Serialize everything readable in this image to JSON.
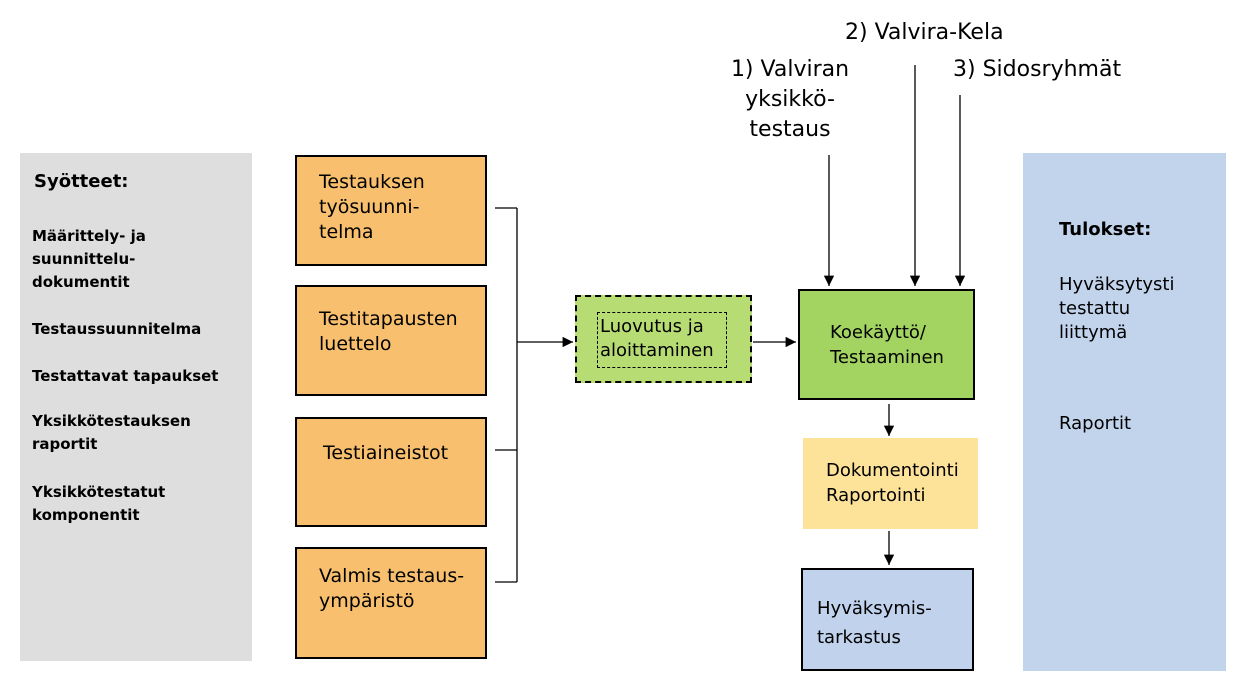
{
  "inputs": {
    "title": "Syötteet:",
    "items": [
      "Määrittely- ja\nsuunnittelu-\ndokumentit",
      "Testaussuunnitelma",
      "Testattavat tapaukset",
      "Yksikkötestauksen\nraportit",
      "Yksikkötestatut\nkomponentit"
    ]
  },
  "plan_boxes": [
    "Testauksen\ntyösuunni-\ntelma",
    "Testitapausten\nluettelo",
    "Testiaineistot",
    "Valmis testaus-\nympäristö"
  ],
  "handover": "Luovutus ja\naloittaminen",
  "trial": "Koekäyttö/\nTestaaminen",
  "documentation": "Dokumentointi\nRaportointi",
  "acceptance": "Hyväksymis-\ntarkastus",
  "annotations": {
    "a1": "1) Valviran\nyksikkö-\ntestaus",
    "a2": "2) Valvira-Kela",
    "a3": "3) Sidosryhmät"
  },
  "results": {
    "title": "Tulokset:",
    "items": [
      "Hyväksytysti\ntestattu\nliittymä",
      "Raportit"
    ]
  },
  "colors": {
    "inputs_panel": "#dedede",
    "results_panel": "#c2d3ec",
    "plan_box": "#f8c06e",
    "handover_box": "#b8dc74",
    "trial_box": "#a3d461",
    "documentation_box": "#fde29a",
    "acceptance_box": "#c0d2ec"
  }
}
